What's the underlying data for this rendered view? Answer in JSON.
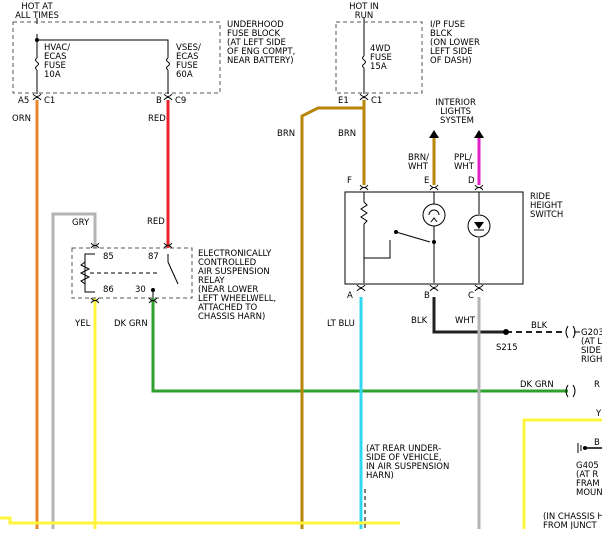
{
  "colors": {
    "orange": "#E8842A",
    "red": "#E8232A",
    "gray": "#B4B4B4",
    "yellow": "#FFF43C",
    "green": "#2EA02E",
    "blue": "#31D6F0",
    "brown": "#B8860B",
    "pink": "#E020C8",
    "black": "#222222"
  },
  "power": {
    "hot_at_all_times": [
      "HOT AT",
      "ALL TIMES"
    ],
    "hot_in_run": [
      "HOT IN",
      "RUN"
    ]
  },
  "fuse_blocks": {
    "underhood": [
      "UNDERHOOD",
      "FUSE BLOCK",
      "(AT LEFT SIDE",
      "OF ENG COMPT,",
      "NEAR BATTERY)"
    ],
    "ip": [
      "I/P FUSE",
      "BLCK",
      "(ON LOWER",
      "LEFT SIDE",
      "OF DASH)"
    ]
  },
  "fuses": {
    "hvac": [
      "HVAC/",
      "ECAS",
      "FUSE",
      "10A"
    ],
    "vses": [
      "VSES/",
      "ECAS",
      "FUSE",
      "60A"
    ],
    "fourwd": [
      "4WD",
      "FUSE",
      "15A"
    ]
  },
  "connectors": {
    "a5": "A5",
    "c1_left": "C1",
    "b": "B",
    "c9": "C9",
    "e1": "E1",
    "c1_right": "C1"
  },
  "wires": {
    "orn": "ORN",
    "red_top": "RED",
    "red_bottom": "RED",
    "brn_left": "BRN",
    "brn_right": "BRN",
    "gry": "GRY",
    "yel": "YEL",
    "dk_grn": "DK GRN",
    "dk_grn_right": "DK GRN",
    "lt_blu": "LT BLU",
    "blk_left": "BLK",
    "wht": "WHT",
    "blk_right": "BLK",
    "brn_wht": [
      "BRN/",
      "WHT"
    ],
    "ppl_wht": [
      "PPL/",
      "WHT"
    ]
  },
  "interior_lights": [
    "INTERIOR",
    "LIGHTS",
    "SYSTEM"
  ],
  "ride_height_switch": {
    "label": [
      "RIDE",
      "HEIGHT",
      "SWITCH"
    ],
    "pins": {
      "f": "F",
      "e": "E",
      "d": "D",
      "a": "A",
      "b": "B",
      "c": "C"
    }
  },
  "relay": {
    "label": [
      "ELECTRONICALLY",
      "CONTROLLED",
      "AIR SUSPENSION",
      "RELAY",
      "(NEAR LOWER",
      "LEFT WHEELWELL,",
      "ATTACHED TO",
      "CHASSIS HARN)"
    ],
    "pins": {
      "p85": "85",
      "p87": "87",
      "p86": "86",
      "p30": "30"
    }
  },
  "splices": {
    "s215": "S215"
  },
  "grounds": {
    "g203": [
      "G203",
      "(AT L",
      "SIDE",
      "RIGH"
    ],
    "g405": [
      "G405",
      "(AT R",
      "FRAM",
      "MOUN"
    ]
  },
  "right_edge": {
    "r_label": "R",
    "y_label": "Y",
    "b_label": "B"
  },
  "notes": {
    "rear_underside": [
      "(AT REAR UNDER-",
      "SIDE OF VEHICLE,",
      "IN AIR SUSPENSION",
      "HARN)"
    ],
    "chassis": [
      "(IN CHASSIS H",
      "FROM JUNCT"
    ]
  }
}
